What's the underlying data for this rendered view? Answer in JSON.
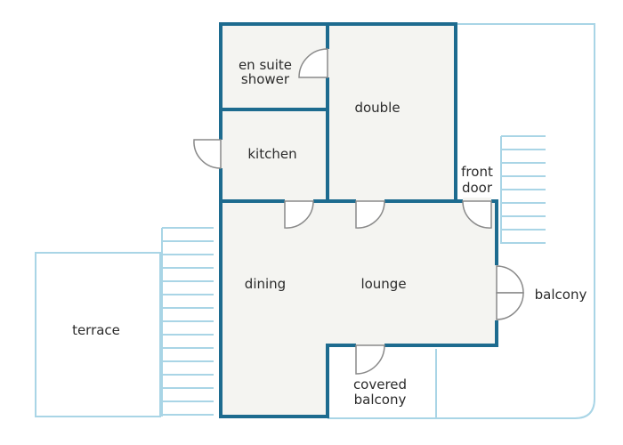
{
  "rooms": {
    "en_suite_line1": "en suite",
    "en_suite_line2": "shower",
    "double": "double",
    "kitchen": "kitchen",
    "front_door_line1": "front",
    "front_door_line2": "door",
    "dining": "dining",
    "lounge": "lounge",
    "balcony": "balcony",
    "terrace": "terrace",
    "covered_balcony_line1": "covered",
    "covered_balcony_line2": "balcony"
  },
  "colors": {
    "wall": "#1d6b8f",
    "outline": "#a9d5e6",
    "floor": "#f4f4f1",
    "door": "#8a8a8a"
  }
}
